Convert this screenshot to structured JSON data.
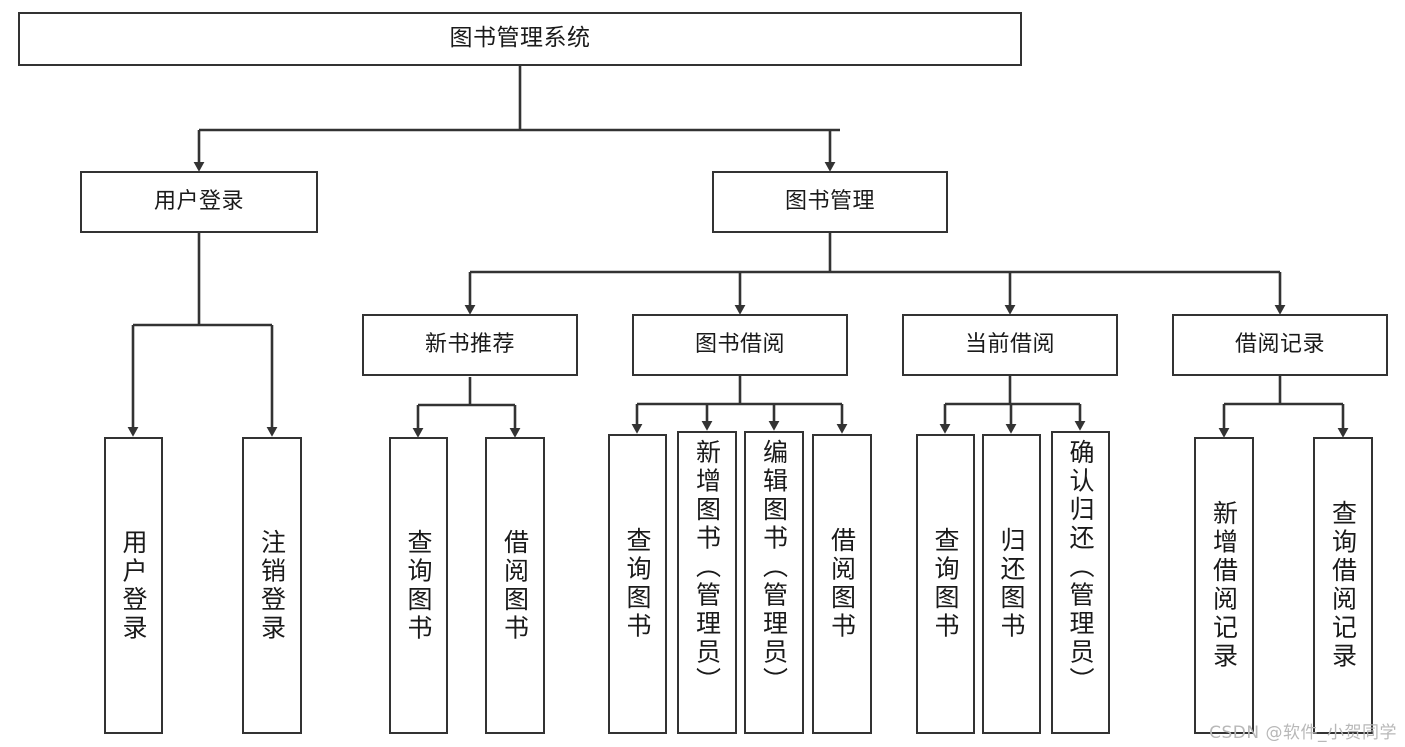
{
  "diagram": {
    "type": "tree",
    "title": "图书管理系统",
    "watermark": "CSDN @软件_小贺同学",
    "edge_color": "#333333",
    "node_fill": "#ffffff",
    "node_border": "#333333",
    "text_color": "#1a1a1a"
  },
  "nodes": {
    "root": {
      "label": "图书管理系统"
    },
    "level1": [
      {
        "label": "用户登录"
      },
      {
        "label": "图书管理"
      }
    ],
    "level2": [
      {
        "label": "新书推荐"
      },
      {
        "label": "图书借阅"
      },
      {
        "label": "当前借阅"
      },
      {
        "label": "借阅记录"
      }
    ],
    "leaves": {
      "user_login": [
        {
          "label": "用户登录"
        },
        {
          "label": "注销登录"
        }
      ],
      "new_book_recommend": [
        {
          "label": "查询图书"
        },
        {
          "label": "借阅图书"
        }
      ],
      "book_borrow": [
        {
          "label": "查询图书"
        },
        {
          "label": "新增图书（管理员）"
        },
        {
          "label": "编辑图书（管理员）"
        },
        {
          "label": "借阅图书"
        }
      ],
      "current_borrow": [
        {
          "label": "查询图书"
        },
        {
          "label": "归还图书"
        },
        {
          "label": "确认归还（管理员）"
        }
      ],
      "borrow_record": [
        {
          "label": "新增借阅记录"
        },
        {
          "label": "查询借阅记录"
        }
      ]
    }
  },
  "chart_data": {
    "type": "tree",
    "title": "图书管理系统",
    "hierarchy": [
      {
        "label": "图书管理系统",
        "children": [
          {
            "label": "用户登录",
            "children": [
              {
                "label": "用户登录"
              },
              {
                "label": "注销登录"
              }
            ]
          },
          {
            "label": "图书管理",
            "children": [
              {
                "label": "新书推荐",
                "children": [
                  {
                    "label": "查询图书"
                  },
                  {
                    "label": "借阅图书"
                  }
                ]
              },
              {
                "label": "图书借阅",
                "children": [
                  {
                    "label": "查询图书"
                  },
                  {
                    "label": "新增图书（管理员）"
                  },
                  {
                    "label": "编辑图书（管理员）"
                  },
                  {
                    "label": "借阅图书"
                  }
                ]
              },
              {
                "label": "当前借阅",
                "children": [
                  {
                    "label": "查询图书"
                  },
                  {
                    "label": "归还图书"
                  },
                  {
                    "label": "确认归还（管理员）"
                  }
                ]
              },
              {
                "label": "借阅记录",
                "children": [
                  {
                    "label": "新增借阅记录"
                  },
                  {
                    "label": "查询借阅记录"
                  }
                ]
              }
            ]
          }
        ]
      }
    ]
  }
}
